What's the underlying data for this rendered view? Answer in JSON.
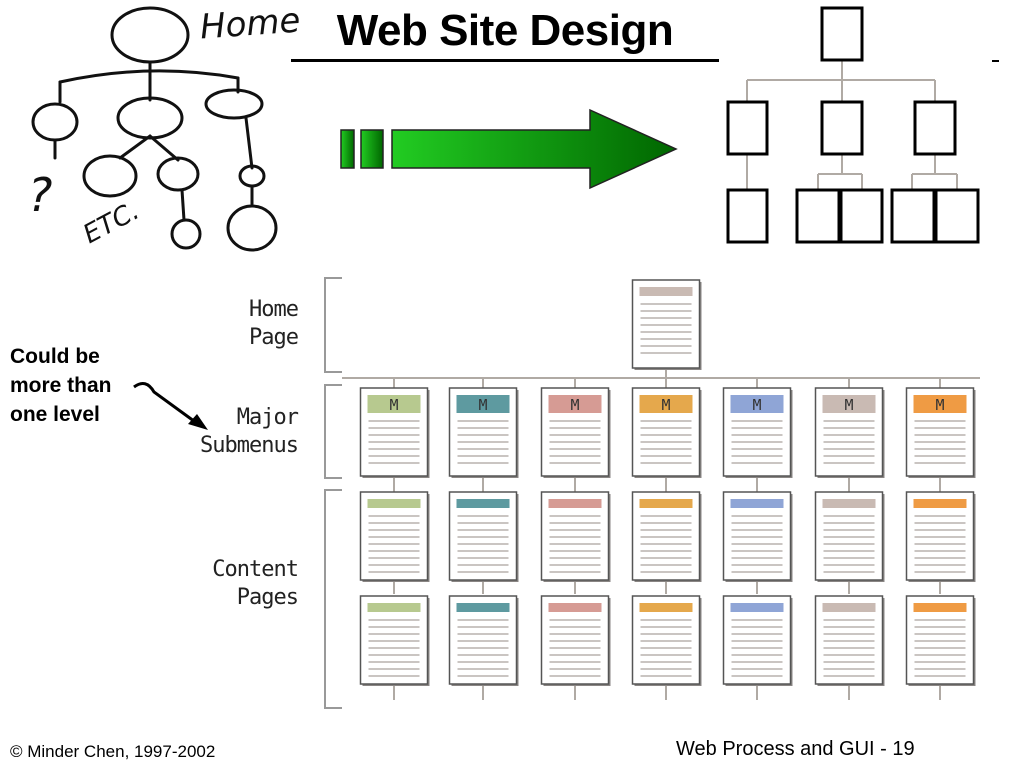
{
  "slide": {
    "title": "Web Site Design"
  },
  "sketch": {
    "home_label": "Home",
    "etc_label": "ETC.",
    "question_mark": "?"
  },
  "annotation": {
    "level_note_lines": [
      "Could be",
      "more than",
      "one level"
    ]
  },
  "site_map": {
    "level_labels": {
      "home": [
        "Home",
        "Page"
      ],
      "major": [
        "Major",
        "Submenus"
      ],
      "content": [
        "Content",
        "Pages"
      ]
    },
    "menu_marker": "M",
    "submenu_colors": [
      "#b7c98f",
      "#5e9aa0",
      "#d69b94",
      "#e5a84c",
      "#8fa5d6",
      "#c9bab3",
      "#ef9b44"
    ],
    "home_color": "#c9bab3",
    "content_rows": 2
  },
  "colors": {
    "arrow_light": "#22cc22",
    "arrow_dark": "#006600",
    "tree_line": "#b0aaa4"
  },
  "footer": {
    "copyright": "© Minder Chen, 1997-2002",
    "page_info": "Web Process and GUI - 19"
  }
}
